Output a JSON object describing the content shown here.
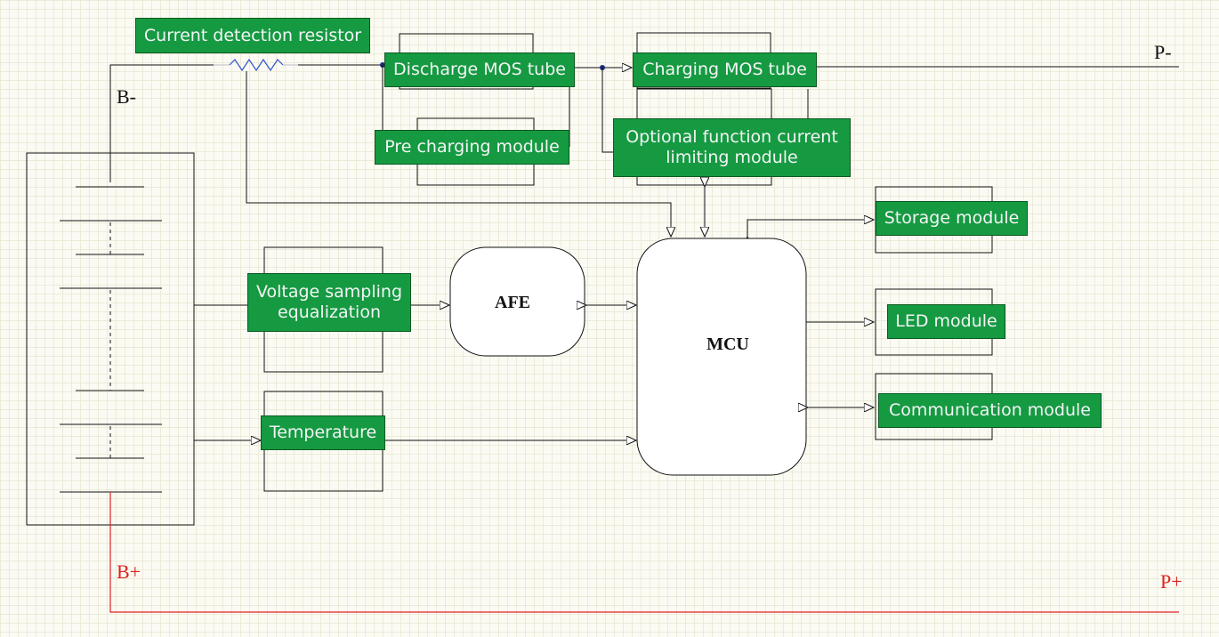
{
  "labels": {
    "current_detection_resistor": "Current detection resistor",
    "discharge_mos_tube": "Discharge MOS tube",
    "charging_mos_tube": "Charging MOS tube",
    "pre_charging_module": "Pre charging module",
    "optional_current_limiting": "Optional function current limiting module",
    "storage_module": "Storage module",
    "voltage_sampling": "Voltage sampling equalization",
    "temperature": "Temperature",
    "led_module": "LED module",
    "communication_module": "Communication module",
    "afe": "AFE",
    "mcu": "MCU"
  },
  "terminals": {
    "b_minus": "B-",
    "p_minus": "P-",
    "b_plus": "B+",
    "p_plus": "P+"
  },
  "colors": {
    "label_fill": "#159a42",
    "line": "#111111",
    "positive_line": "#dd2222",
    "resistor": "#3355cc",
    "junction": "#1a2a7a"
  }
}
